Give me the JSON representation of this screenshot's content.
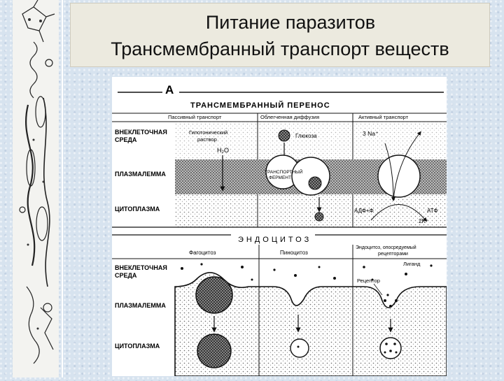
{
  "slide": {
    "title_line1": "Питание паразитов",
    "title_line2": "Трансмембранный транспорт веществ"
  },
  "diagram": {
    "panel_a": {
      "letter": "А",
      "heading": "ТРАНСМЕМБРАННЫЙ ПЕРЕНОС",
      "col_passive": "Пассивный транспорт",
      "col_facilitated": "Облегченная диффузия",
      "col_active": "Активный транспорт",
      "hypotonic_line1": "Гипотонический",
      "hypotonic_line2": "раствор",
      "water": "H₂O",
      "glucose": "Глюкоза",
      "sodium": "3 Na⁺",
      "enzyme_line1": "ТРАНСПОРТНЫЙ",
      "enzyme_line2": "ФЕРМЕНТ",
      "adp": "АДФ+Ф",
      "atp": "АТФ",
      "potassium": "2K⁺"
    },
    "panel_b": {
      "heading": "ЭНДОЦИТОЗ",
      "col_phago": "Фагоцитоз",
      "col_pino": "Пиноцитоз",
      "col_receptor_line1": "Эндоцитоз, опосредуемый",
      "col_receptor_line2": "рецепторами",
      "ligand": "Лиганд",
      "receptor": "Рецептор"
    },
    "row_labels": {
      "extracellular_line1": "ВНЕКЛЕТОЧНАЯ",
      "extracellular_line2": "СРЕДА",
      "plasmalemma": "ПЛАЗМАЛЕММА",
      "cytoplasm": "ЦИТОПЛАЗМА"
    }
  }
}
